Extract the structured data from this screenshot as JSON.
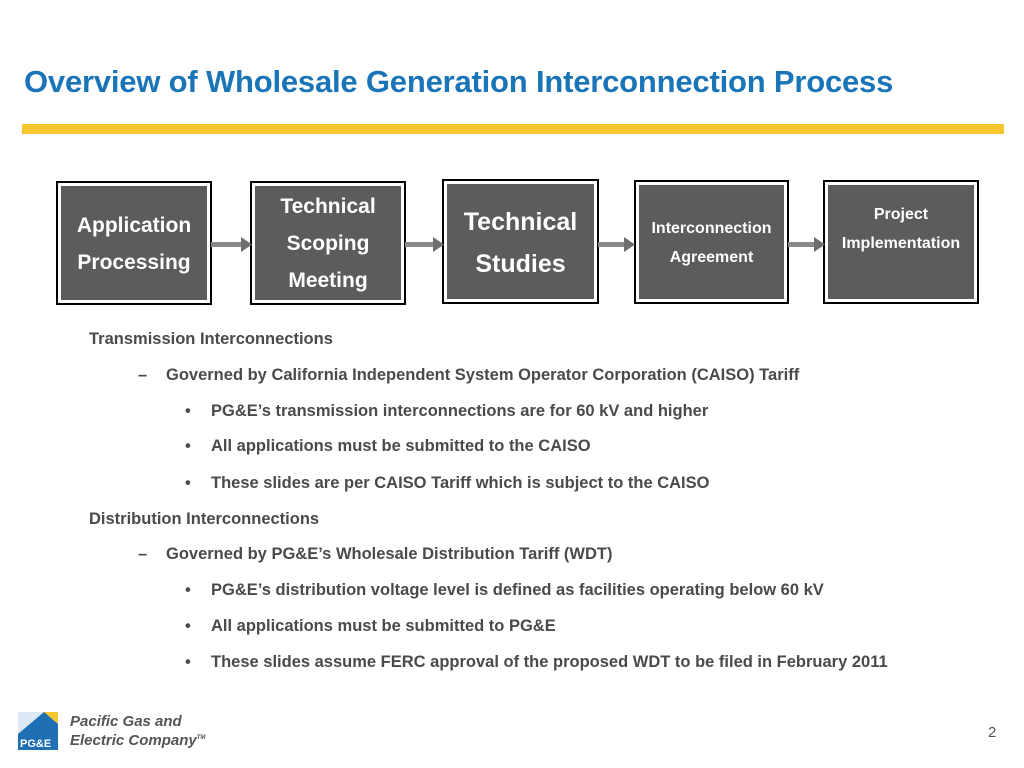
{
  "slide": {
    "title": "Overview of Wholesale Generation Interconnection Process",
    "accent_color": "#f7c62f",
    "title_color": "#1a75b8",
    "page_number": "2"
  },
  "flow": {
    "step_color": "#5c5c5c",
    "steps": [
      {
        "lines": [
          "Application",
          "Processing"
        ]
      },
      {
        "lines": [
          "Technical",
          "Scoping",
          "Meeting"
        ]
      },
      {
        "lines": [
          "Technical",
          "Studies"
        ]
      },
      {
        "lines": [
          "Interconnection",
          "Agreement"
        ]
      },
      {
        "lines": [
          "Project",
          "Implementation"
        ]
      }
    ]
  },
  "content": {
    "transmission": {
      "heading": "Transmission Interconnections",
      "sub": "Governed by California Independent System Operator Corporation (CAISO) Tariff",
      "bullets": [
        "PG&E’s transmission interconnections are for 60 kV and higher",
        "All applications must be submitted to the CAISO",
        "These slides are per CAISO Tariff which is subject to the CAISO"
      ]
    },
    "distribution": {
      "heading": "Distribution Interconnections",
      "sub": "Governed by PG&E’s Wholesale Distribution Tariff (WDT)",
      "bullets": [
        "PG&E’s distribution voltage level is defined as facilities operating below 60 kV",
        "All applications must be submitted to PG&E",
        "These slides assume FERC approval of the proposed WDT to be filed in February 2011"
      ]
    },
    "dash_marker": "–",
    "bullet_marker": "•"
  },
  "logo": {
    "icon": "pge-logo-icon",
    "mark_text": "PG&E",
    "line1": "Pacific Gas and",
    "line2": "Electric Company",
    "tm": "TM"
  }
}
